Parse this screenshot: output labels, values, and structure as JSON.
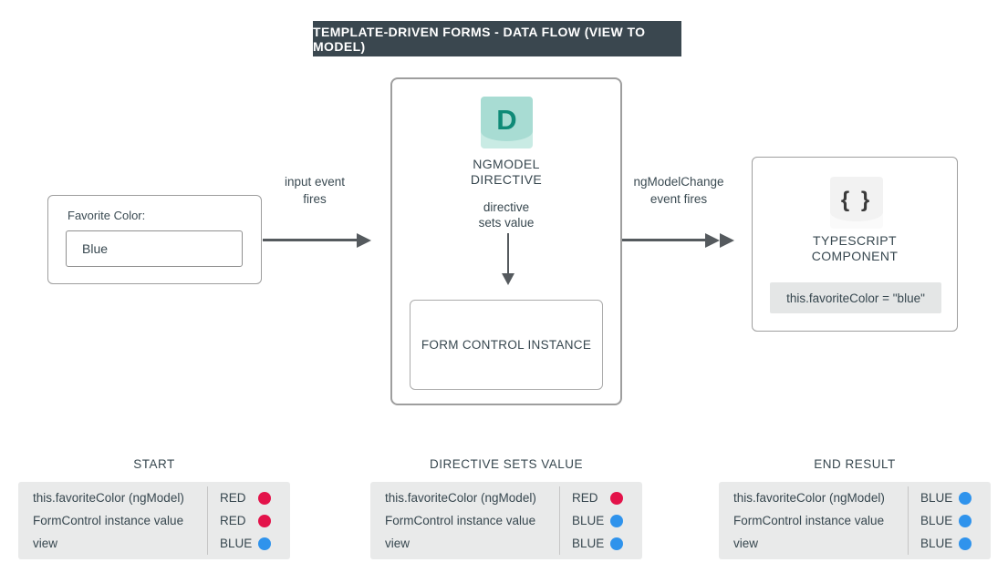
{
  "title": "TEMPLATE-DRIVEN FORMS - DATA FLOW (VIEW TO MODEL)",
  "view_card": {
    "label": "Favorite Color:",
    "input_value": "Blue"
  },
  "arrows": {
    "view_to_directive": {
      "label_line1": "input event",
      "label_line2": "fires"
    },
    "directive_to_component": {
      "label_line1": "ngModelChange",
      "label_line2": "event fires"
    }
  },
  "directive_card": {
    "icon_letter": "D",
    "title_line1": "NGMODEL",
    "title_line2": "DIRECTIVE",
    "subtitle_line1": "directive",
    "subtitle_line2": "sets value",
    "inner_box_label": "FORM CONTROL INSTANCE"
  },
  "component_card": {
    "icon_glyph": "{ }",
    "title_line1": "TYPESCRIPT",
    "title_line2": "COMPONENT",
    "code": "this.favoriteColor = \"blue\""
  },
  "colors": {
    "red": "#e3134a",
    "blue": "#2f93ec",
    "header_bg": "#3a474f",
    "icon_teal": "#0f8a77"
  },
  "states": [
    {
      "title": "START",
      "rows": [
        {
          "label": "this.favoriteColor (ngModel)",
          "value": "RED",
          "dot_color": "#e3134a"
        },
        {
          "label": "FormControl instance value",
          "value": "RED",
          "dot_color": "#e3134a"
        },
        {
          "label": "view",
          "value": "BLUE",
          "dot_color": "#2f93ec"
        }
      ]
    },
    {
      "title": "DIRECTIVE SETS VALUE",
      "rows": [
        {
          "label": "this.favoriteColor (ngModel)",
          "value": "RED",
          "dot_color": "#e3134a"
        },
        {
          "label": "FormControl instance value",
          "value": "BLUE",
          "dot_color": "#2f93ec"
        },
        {
          "label": "view",
          "value": "BLUE",
          "dot_color": "#2f93ec"
        }
      ]
    },
    {
      "title": "END RESULT",
      "rows": [
        {
          "label": "this.favoriteColor (ngModel)",
          "value": "BLUE",
          "dot_color": "#2f93ec"
        },
        {
          "label": "FormControl instance value",
          "value": "BLUE",
          "dot_color": "#2f93ec"
        },
        {
          "label": "view",
          "value": "BLUE",
          "dot_color": "#2f93ec"
        }
      ]
    }
  ]
}
